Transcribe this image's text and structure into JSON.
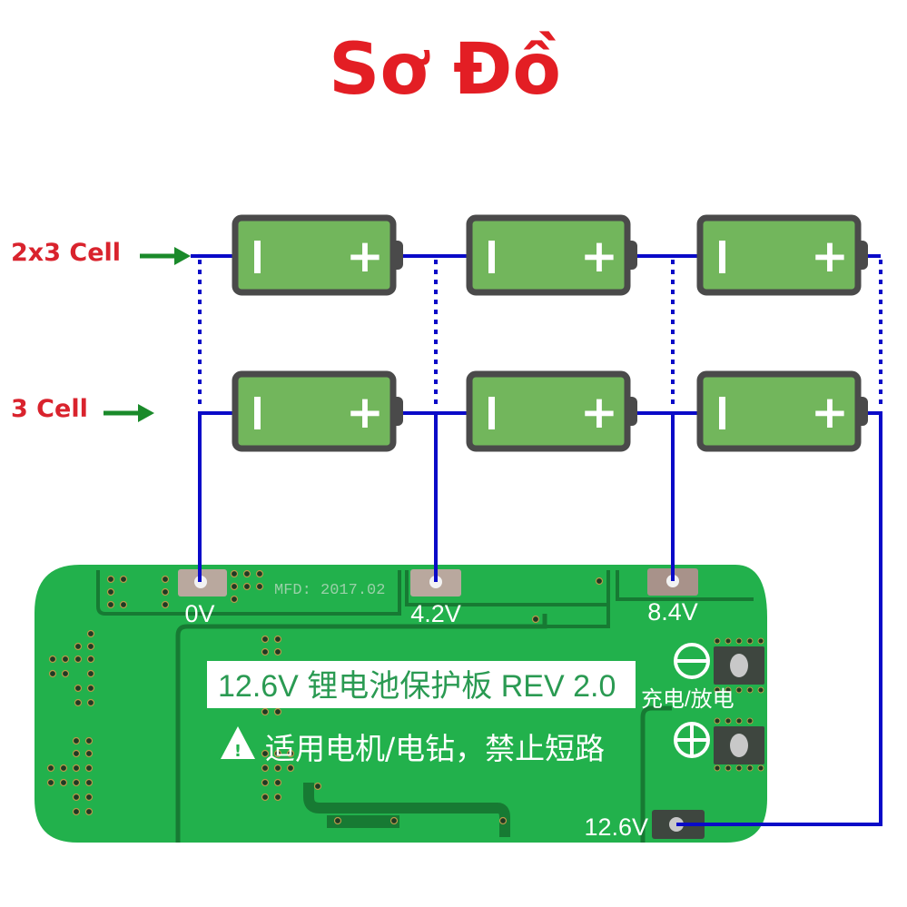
{
  "title": "Sơ Đồ",
  "row_labels": {
    "top": "2x3 Cell",
    "bottom": "3 Cell"
  },
  "battery": {
    "minus_symbol": "I",
    "plus_symbol": "+"
  },
  "board": {
    "mfd": "MFD: 2017.02",
    "pins": {
      "p0": "0V",
      "p1": "4.2V",
      "p2": "8.4V",
      "p3": "12.6V"
    },
    "silk_main": "12.6V 锂电池保护板 REV 2.0",
    "silk_warning": "适用电机/电钻，禁止短路",
    "warning_symbol": "!",
    "charge_label": "充电/放电"
  },
  "colors": {
    "title": "#e31e24",
    "label": "#d9232d",
    "arrow": "#1a8a2a",
    "wire": "#0a0ac8",
    "battery_fill": "#72b65c",
    "battery_frame": "#4a4a4a",
    "pcb": "#22b14c",
    "pcb_dark": "#177a33"
  }
}
